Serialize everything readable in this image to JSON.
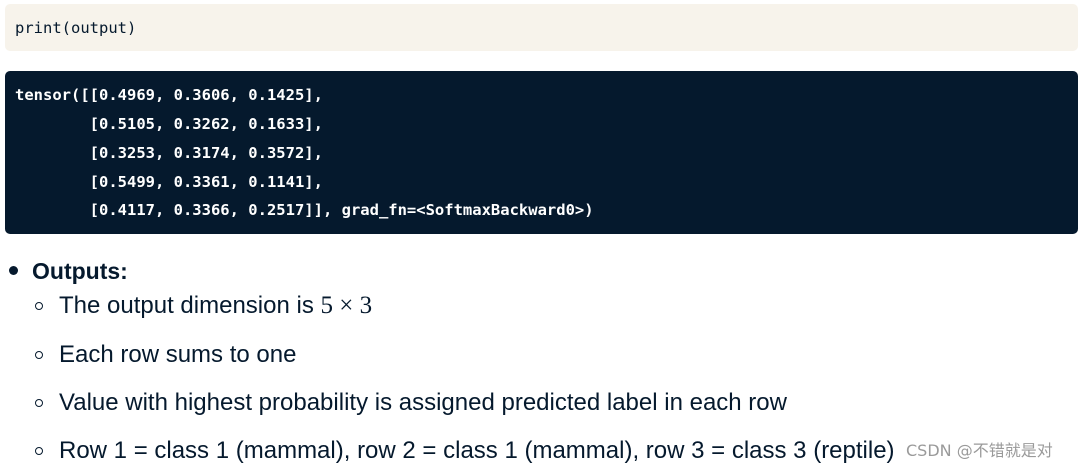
{
  "code_input": {
    "text": "print(output)"
  },
  "code_output": {
    "lines": [
      "tensor([[0.4969, 0.3606, 0.1425],",
      "        [0.5105, 0.3262, 0.1633],",
      "        [0.3253, 0.3174, 0.3572],",
      "        [0.5499, 0.3361, 0.1141],",
      "        [0.4117, 0.3366, 0.2517]], grad_fn=<SoftmaxBackward0>)"
    ]
  },
  "outputs_section": {
    "heading": "Outputs:",
    "items": [
      {
        "text": "The output dimension is ",
        "math": "5 × 3"
      },
      {
        "text": "Each row sums to one"
      },
      {
        "text": "Value with highest probability is assigned predicted label in each row"
      },
      {
        "text": "Row 1 = class 1 (mammal), row 2 = class 1 (mammal), row 3 = class 3 (reptile)"
      }
    ]
  },
  "watermark": "CSDN @不错就是对"
}
